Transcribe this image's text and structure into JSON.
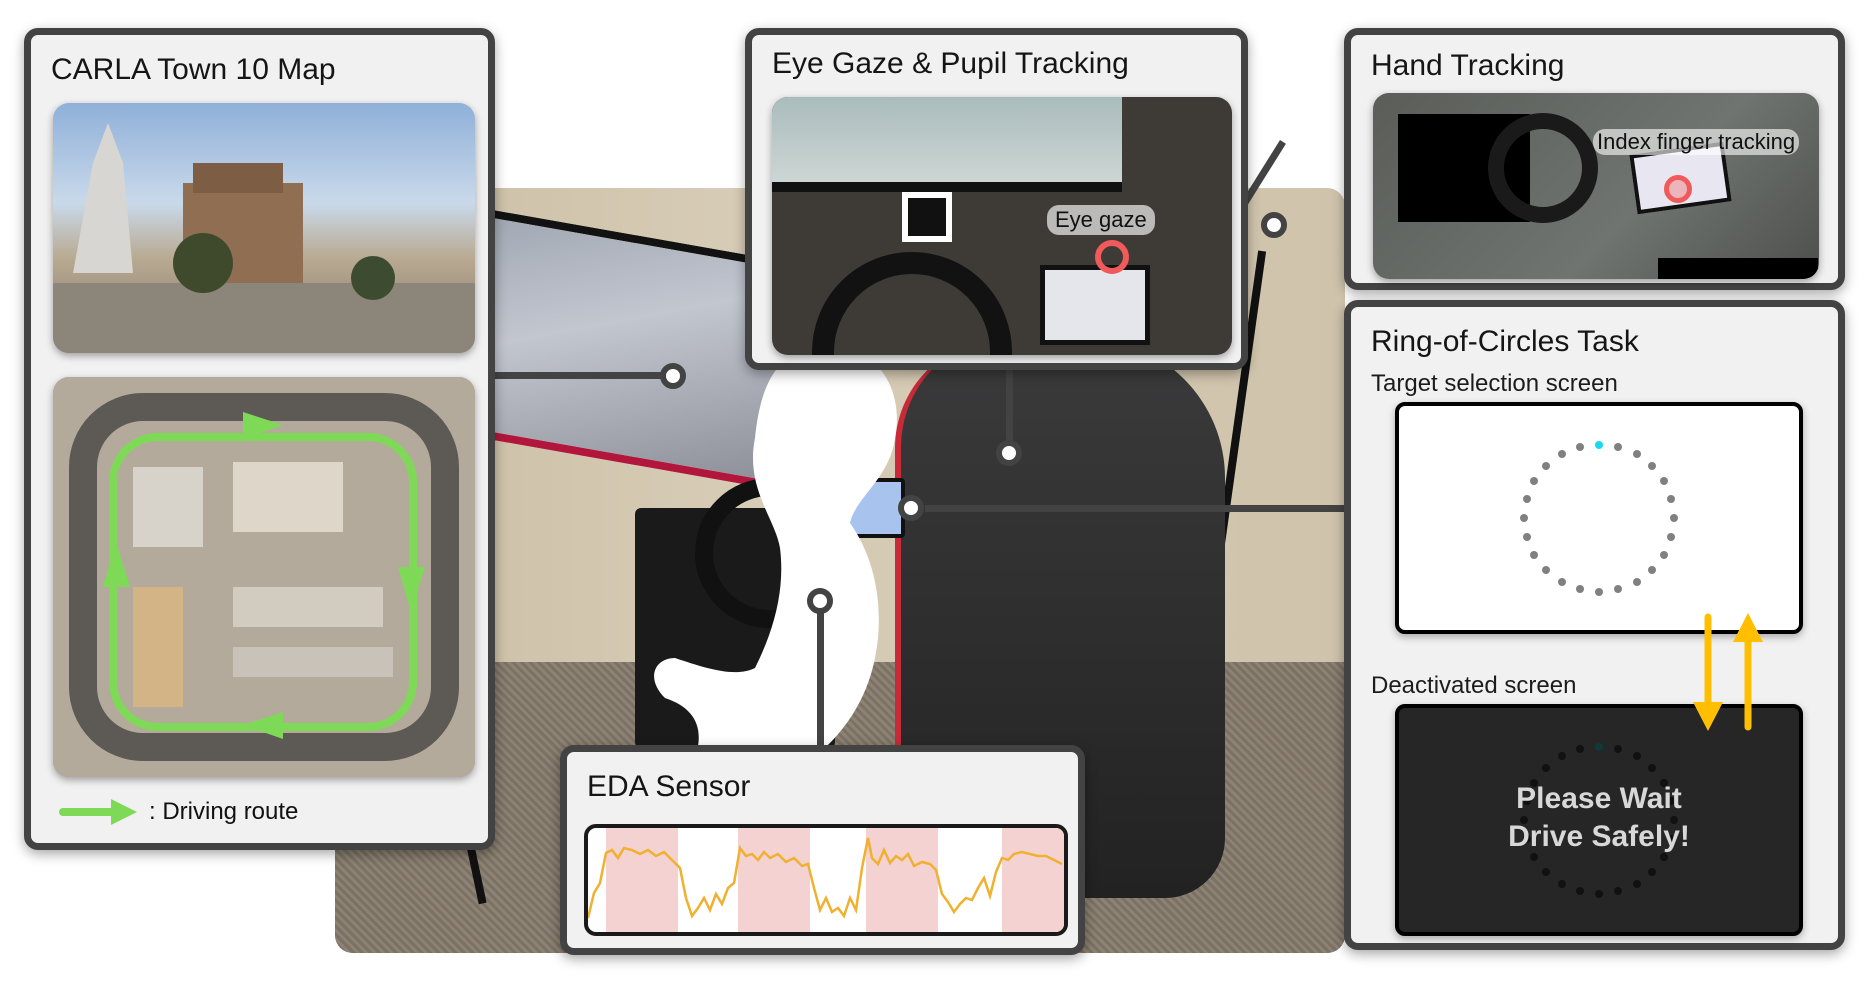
{
  "figure": {
    "panels": {
      "map": {
        "title": "CARLA Town 10 Map",
        "legend_label": ": Driving route",
        "route_color": "#7ed957",
        "route_direction": "clockwise"
      },
      "eye": {
        "title": "Eye Gaze & Pupil Tracking",
        "annotation": "Eye gaze",
        "marker_color": "#f05a5a"
      },
      "hand": {
        "title": "Hand Tracking",
        "annotation": "Index finger tracking",
        "marker_color": "#f05a5a"
      },
      "ring": {
        "title": "Ring-of-Circles Task",
        "active_label": "Target selection screen",
        "inactive_label": "Deactivated screen",
        "inactive_message_line1": "Please Wait",
        "inactive_message_line2": "Drive Safely!",
        "dot_count": 24,
        "active_dot_color": "#808080",
        "target_dot_color": "#19d8f0",
        "inactive_dot_color": "#111111",
        "arrow_color": "#ffbf00"
      },
      "eda": {
        "title": "EDA Sensor",
        "line_color": "#f0b030",
        "band_color": "#f4d2d2"
      }
    },
    "colors": {
      "panel_border": "#434343",
      "panel_bg": "#f1f1f1"
    }
  }
}
